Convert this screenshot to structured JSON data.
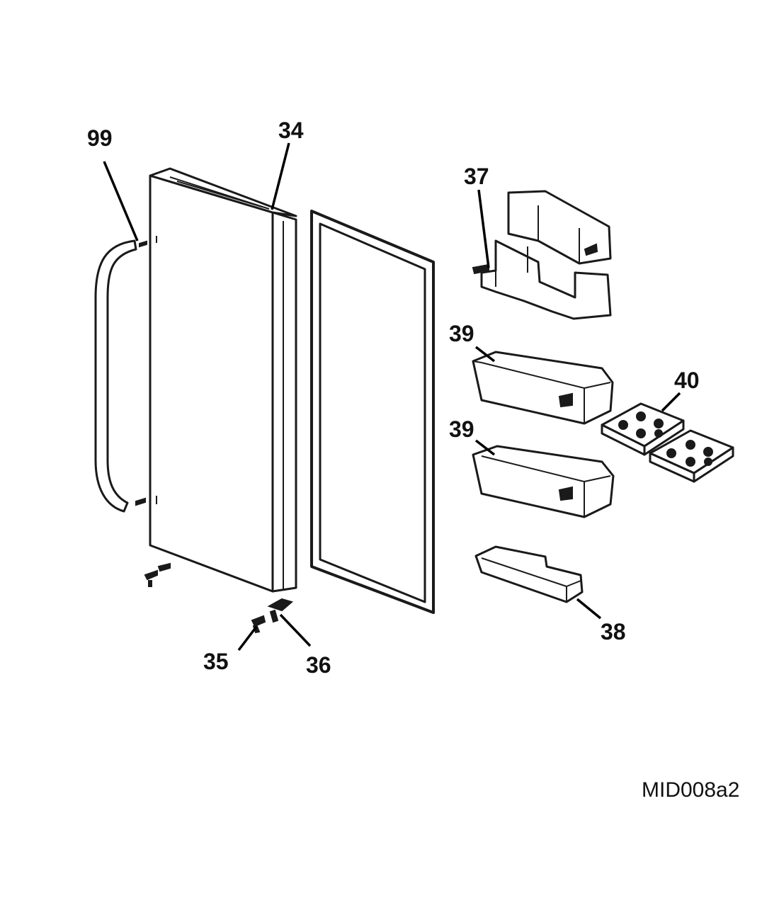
{
  "callouts": {
    "handle": "99",
    "door_top_hinge": "34",
    "gasket": "",
    "dairy_bin": "37",
    "door_bin_upper": "39",
    "door_bin_lower": "39",
    "egg_tray": "40",
    "small_shelf": "38",
    "hinge_pin": "35",
    "bottom_hinge": "36"
  },
  "drawing_code": "MID008a2",
  "colors": {
    "ink": "#1a1a1a",
    "background": "#ffffff"
  }
}
